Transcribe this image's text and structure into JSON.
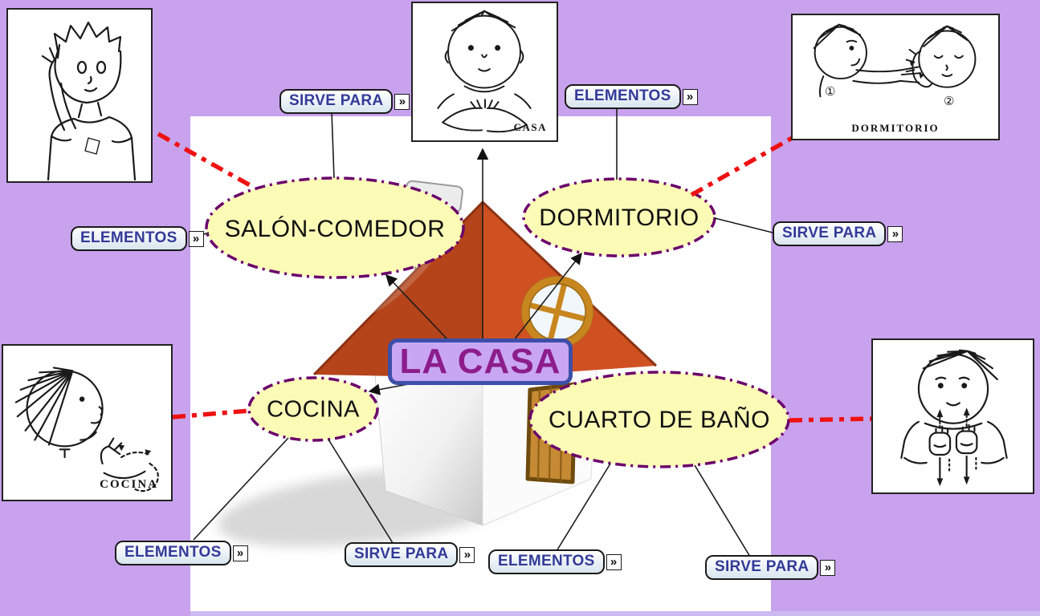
{
  "colors": {
    "background": "#c9a2ee",
    "canvas": "#ffffff",
    "node_fill": "#fbfbb6",
    "node_border": "#6b006b",
    "red_link": "#ee1111",
    "button_text": "#333a99",
    "title_fill": "#c9a6f3",
    "title_border": "#3c4fa8",
    "title_text": "#8c1c8c",
    "roof": "#cf5122",
    "door": "#c58a33"
  },
  "title": {
    "label": "LA CASA"
  },
  "nodes": [
    {
      "label": "SALÓN-COMEDOR"
    },
    {
      "label": "DORMITORIO"
    },
    {
      "label": "COCINA"
    },
    {
      "label": "CUARTO DE BAÑO"
    }
  ],
  "buttons": [
    {
      "label": "SIRVE PARA"
    },
    {
      "label": "ELEMENTOS"
    },
    {
      "label": "ELEMENTOS"
    },
    {
      "label": "SIRVE PARA"
    },
    {
      "label": "ELEMENTOS"
    },
    {
      "label": "SIRVE PARA"
    },
    {
      "label": "ELEMENTOS"
    },
    {
      "label": "SIRVE PARA"
    }
  ],
  "icons": {
    "double_chevron": "»"
  },
  "images": {
    "casa": {
      "caption": "CASA"
    },
    "dormitorio": {
      "caption": "DORMITORIO",
      "marker1": "①",
      "marker2": "②"
    },
    "cocina": {
      "caption": "COCINA"
    }
  }
}
